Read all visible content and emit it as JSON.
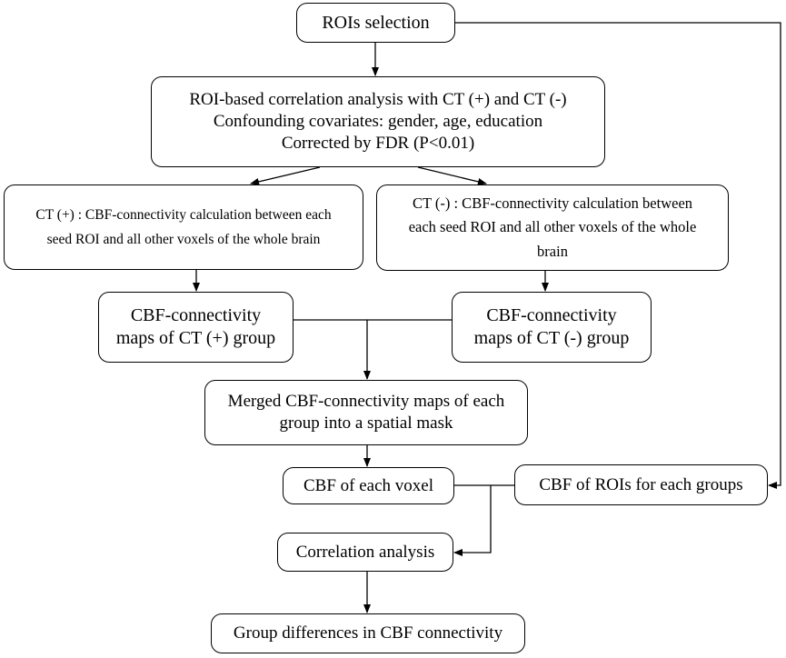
{
  "nodes": {
    "roi_selection": {
      "lines": [
        "ROIs selection"
      ]
    },
    "correlation": {
      "lines": [
        "ROI-based correlation analysis with CT (+) and CT (-)",
        "Confounding covariates: gender, age, education",
        "Corrected by FDR (P<0.01)"
      ]
    },
    "ct_pos_calc": {
      "lines": [
        "CT (+) : CBF-connectivity calculation between each",
        "seed ROI and all other voxels of the whole brain"
      ]
    },
    "ct_neg_calc": {
      "lines": [
        "CT (-) : CBF-connectivity calculation between",
        "each seed ROI and all other voxels of the whole",
        "brain"
      ]
    },
    "maps_pos": {
      "lines": [
        "CBF-connectivity",
        "maps of CT (+) group"
      ]
    },
    "maps_neg": {
      "lines": [
        "CBF-connectivity",
        "maps of CT (-) group"
      ]
    },
    "merged": {
      "lines": [
        "Merged CBF-connectivity maps of each",
        "group into a spatial mask"
      ]
    },
    "cbf_voxel": {
      "lines": [
        "CBF of each voxel"
      ]
    },
    "cbf_rois": {
      "lines": [
        "CBF of ROIs for each groups"
      ]
    },
    "correlation_analysis": {
      "lines": [
        "Correlation analysis"
      ]
    },
    "group_differences": {
      "lines": [
        "Group differences in CBF connectivity"
      ]
    }
  },
  "colors": {
    "stroke": "#000000",
    "fill": "#ffffff",
    "text": "#000000"
  }
}
